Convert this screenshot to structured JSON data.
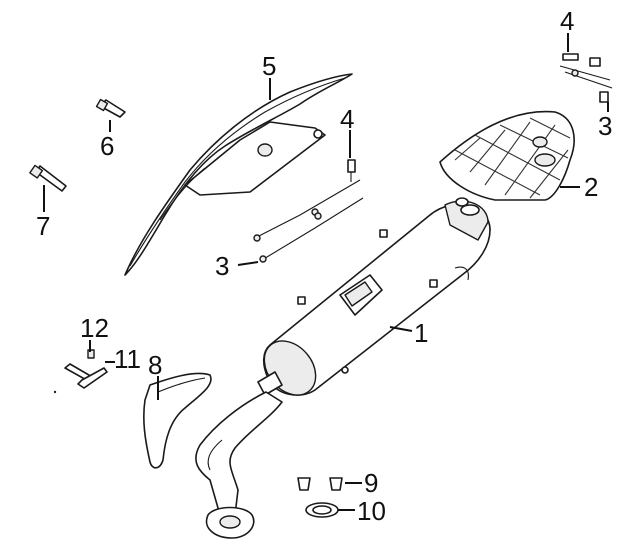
{
  "diagram": {
    "callouts": [
      {
        "id": "c1",
        "text": "1"
      },
      {
        "id": "c2",
        "text": "2"
      },
      {
        "id": "c3a",
        "text": "3"
      },
      {
        "id": "c3b",
        "text": "3"
      },
      {
        "id": "c4a",
        "text": "4"
      },
      {
        "id": "c4b",
        "text": "4"
      },
      {
        "id": "c5",
        "text": "5"
      },
      {
        "id": "c6",
        "text": "6"
      },
      {
        "id": "c7",
        "text": "7"
      },
      {
        "id": "c8",
        "text": "8"
      },
      {
        "id": "c9",
        "text": "9"
      },
      {
        "id": "c10",
        "text": "10"
      },
      {
        "id": "c11",
        "text": "11"
      },
      {
        "id": "c12",
        "text": "12"
      }
    ]
  }
}
